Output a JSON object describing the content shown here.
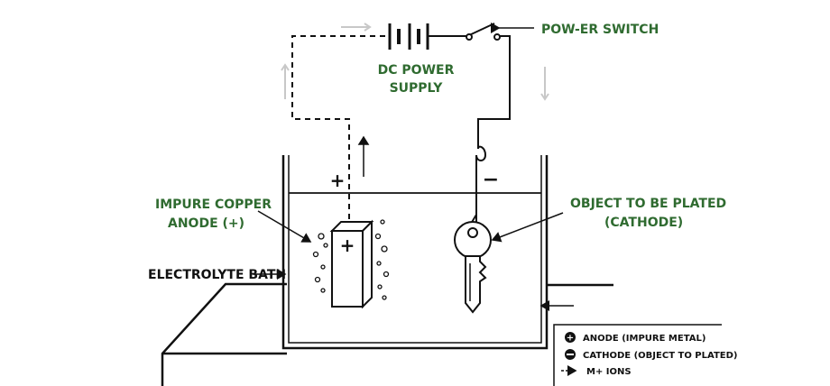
{
  "labels": {
    "power_switch": "POW-ER SWITCH",
    "dc_power_line1": "DC POWER",
    "dc_power_line2": "SUPPLY",
    "anode_line1": "IMPURE COPPER",
    "anode_line2": "ANODE (+)",
    "cathode_line1": "OBJECT TO BE PLATED",
    "cathode_line2": "(CATHODE)",
    "electrolyte": "ELECTROLYTE BATH",
    "plus_sign": "+",
    "minus_sign": "−",
    "anode_block_sign": "+"
  },
  "legend": {
    "anode": "ANODE (IMPURE METAL)",
    "cathode": "CATHODE (OBJECT TO PLATED)",
    "ions": "M+ IONS"
  },
  "colors": {
    "label_green": "#2f6b30",
    "line": "#111111",
    "arrow_grey": "#c8c8c8"
  }
}
